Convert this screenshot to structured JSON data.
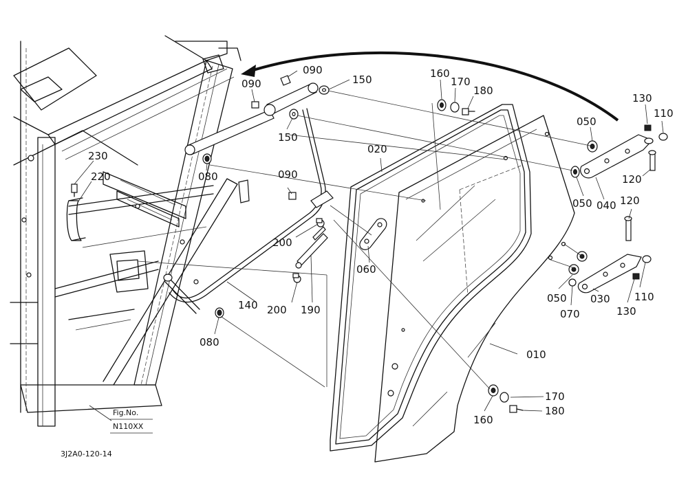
{
  "callouts": {
    "p090a": "090",
    "p090b": "090",
    "p090c": "090",
    "p150a": "150",
    "p150b": "150",
    "p160a": "160",
    "p160b": "160",
    "p170a": "170",
    "p170b": "170",
    "p180a": "180",
    "p180b": "180",
    "p130a": "130",
    "p130b": "130",
    "p110a": "110",
    "p110b": "110",
    "p050a": "050",
    "p050b": "050",
    "p050c": "050",
    "p040": "040",
    "p120a": "120",
    "p120b": "120",
    "p020": "020",
    "p230": "230",
    "p220": "220",
    "p080a": "080",
    "p080b": "080",
    "p060": "060",
    "p200a": "200",
    "p200b": "200",
    "p140": "140",
    "p190": "190",
    "p030": "030",
    "p070": "070",
    "p010": "010"
  },
  "figure": {
    "fig_no_label": "Fig.No.",
    "fig_no_value": "N110XX",
    "drawing_code": "3J2A0-120-14"
  }
}
